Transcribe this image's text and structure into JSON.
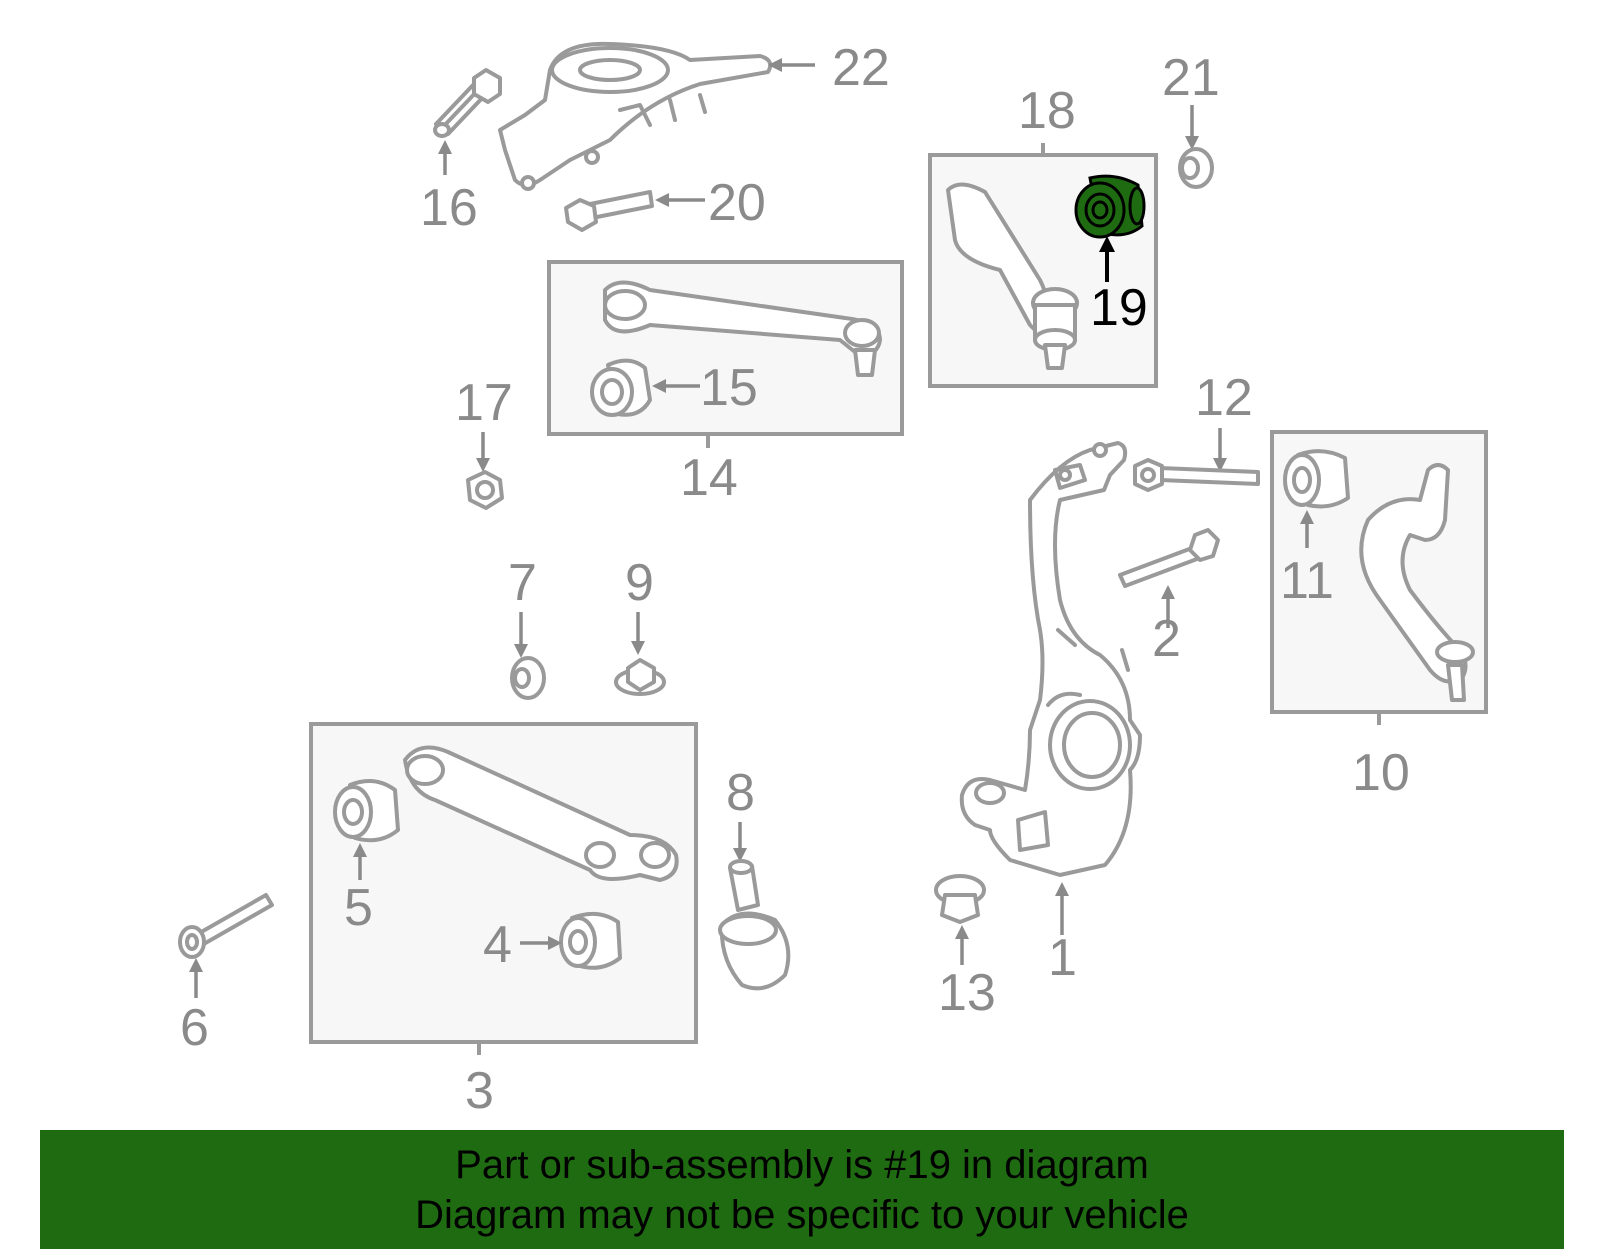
{
  "labels": {
    "p1": "1",
    "p2": "2",
    "p3": "3",
    "p4": "4",
    "p5": "5",
    "p6": "6",
    "p7": "7",
    "p8": "8",
    "p9": "9",
    "p10": "10",
    "p11": "11",
    "p12": "12",
    "p13": "13",
    "p14": "14",
    "p15": "15",
    "p16": "16",
    "p17": "17",
    "p18": "18",
    "p19": "19",
    "p20": "20",
    "p21": "21",
    "p22": "22"
  },
  "highlighted_part": "19",
  "colors": {
    "highlight": "#1f6b12",
    "footer_background": "#1f6b12",
    "part_stroke": "#9a9a9a"
  },
  "footer": {
    "line1": "Part or sub-assembly is #19 in diagram",
    "line2": "Diagram may not be specific to your vehicle"
  }
}
